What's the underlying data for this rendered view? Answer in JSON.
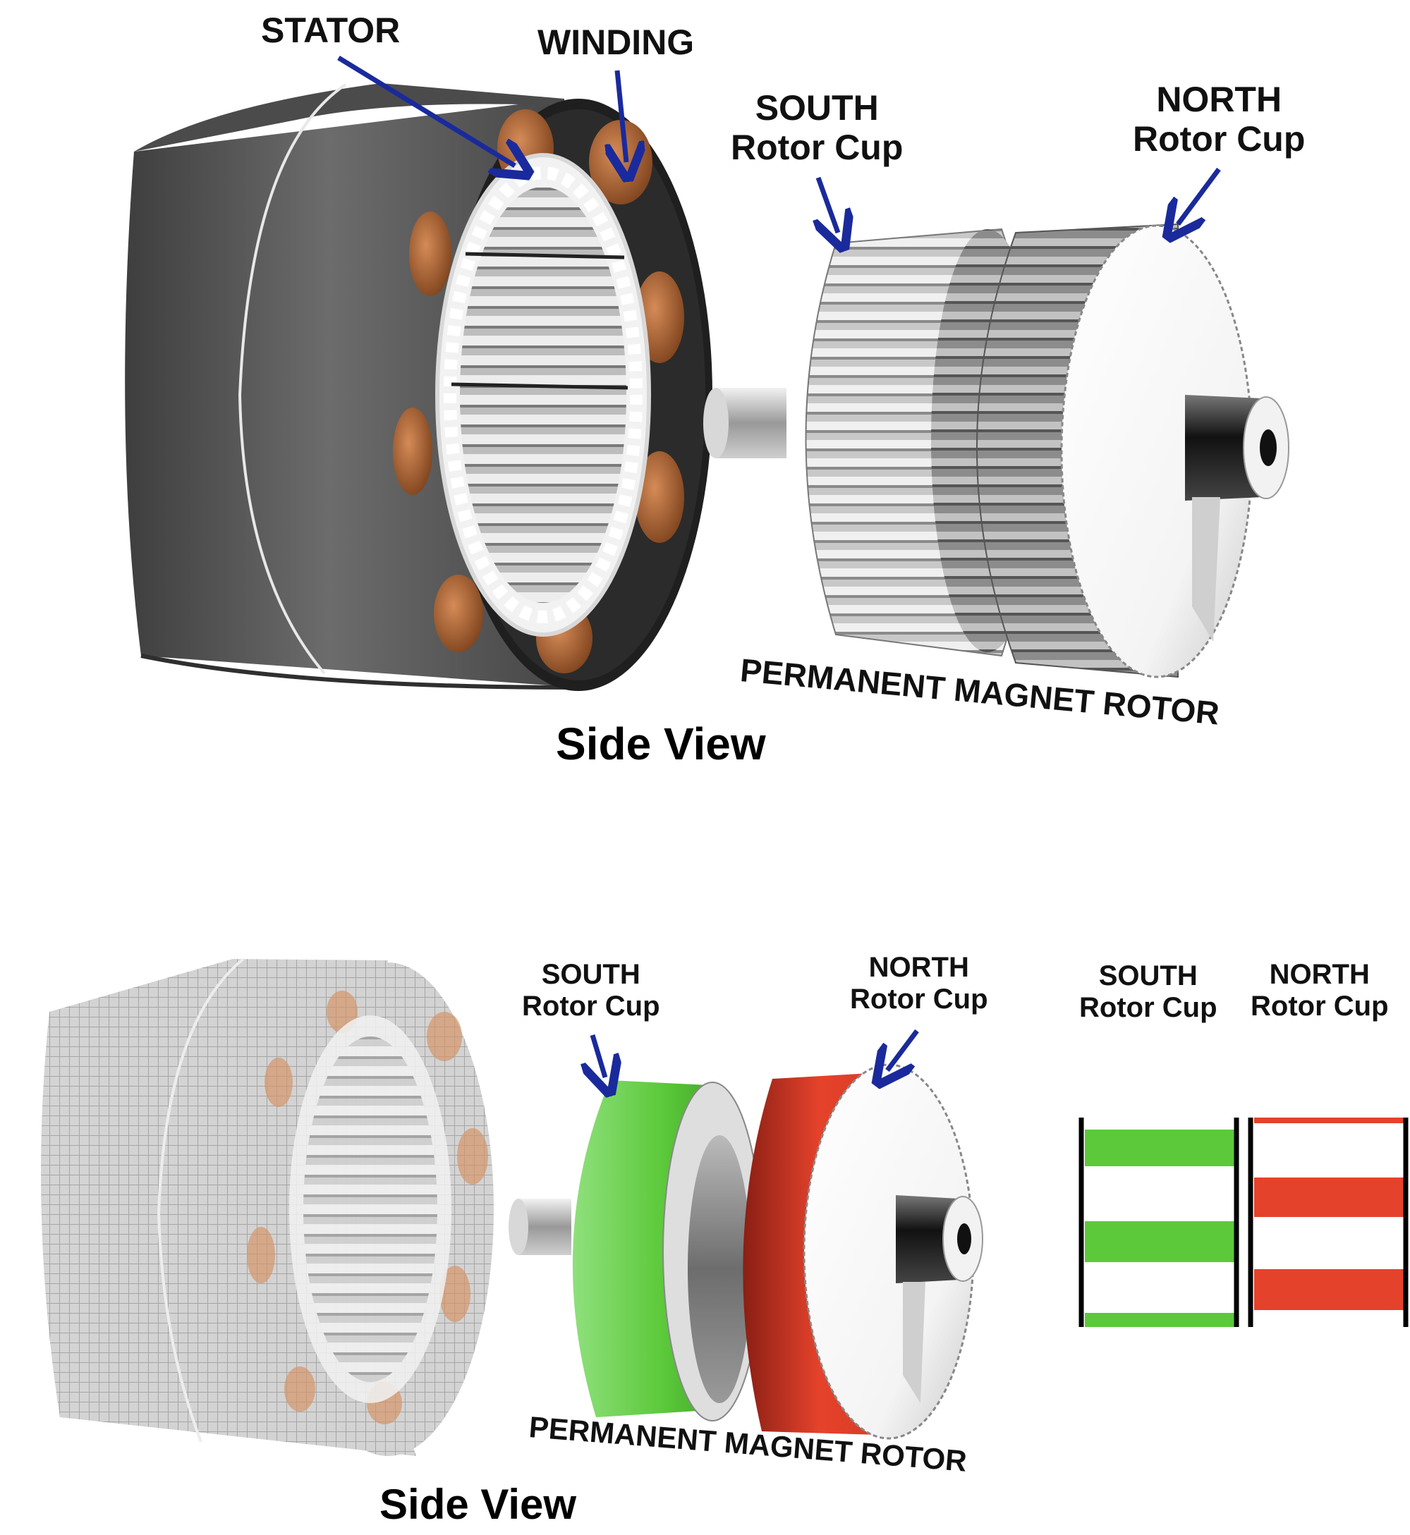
{
  "top": {
    "stator_label": "STATOR",
    "winding_label": "WINDING",
    "south_line1": "SOUTH",
    "south_line2": "Rotor Cup",
    "north_line1": "NORTH",
    "north_line2": "Rotor Cup",
    "rotor_label": "PERMANENT MAGNET ROTOR",
    "view_label": "Side View"
  },
  "bottom": {
    "south_line1": "SOUTH",
    "south_line2": "Rotor Cup",
    "north_line1": "NORTH",
    "north_line2": "Rotor Cup",
    "rotor_label": "PERMANENT MAGNET ROTOR",
    "view_label": "Side View"
  },
  "legend": {
    "south_line1": "SOUTH",
    "south_line2": "Rotor Cup",
    "north_line1": "NORTH",
    "north_line2": "Rotor Cup"
  },
  "colors": {
    "arrow": "#1a2a9c",
    "south_green": "#5cc93a",
    "north_red": "#e5422b",
    "copper": "#b56a3a",
    "housing": "#5a5a5a"
  }
}
